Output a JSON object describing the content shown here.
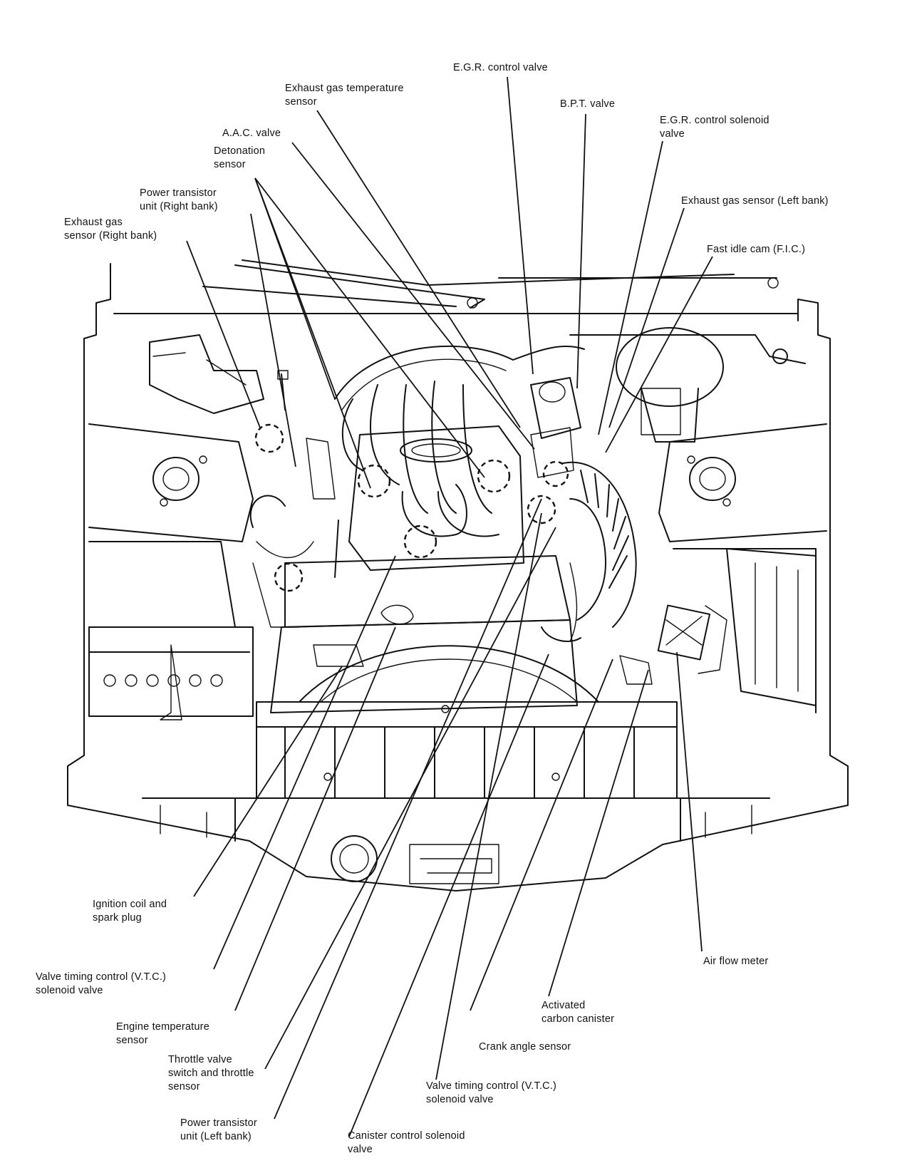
{
  "labels": {
    "egr_valve": [
      "E.G.R. control valve"
    ],
    "exhaust_temp": [
      "Exhaust gas temperature",
      "sensor"
    ],
    "bpt_valve": [
      "B.P.T. valve"
    ],
    "egr_solenoid": [
      "E.G.R. control solenoid",
      "valve"
    ],
    "aac_valve": [
      "A.A.C. valve"
    ],
    "detonation": [
      "Detonation",
      "sensor"
    ],
    "ptu_right": [
      "Power transistor",
      "unit (Right bank)"
    ],
    "exh_right": [
      "Exhaust gas",
      "sensor (Right bank)"
    ],
    "exh_left": [
      "Exhaust gas sensor (Left bank)"
    ],
    "fic": [
      "Fast idle cam (F.I.C.)"
    ],
    "ignition": [
      "Ignition coil and",
      "spark plug"
    ],
    "vtc_left": [
      "Valve timing control (V.T.C.)",
      "solenoid valve"
    ],
    "engine_temp": [
      "Engine temperature",
      "sensor"
    ],
    "throttle": [
      "Throttle valve",
      "switch and throttle",
      "sensor"
    ],
    "ptu_left": [
      "Power transistor",
      "unit (Left bank)"
    ],
    "canister_sol": [
      "Canister control solenoid",
      "valve"
    ],
    "vtc_right": [
      "Valve timing control (V.T.C.)",
      "solenoid valve"
    ],
    "crank": [
      "Crank angle sensor"
    ],
    "carbon": [
      "Activated",
      "carbon canister"
    ],
    "airflow": [
      "Air flow meter"
    ]
  }
}
